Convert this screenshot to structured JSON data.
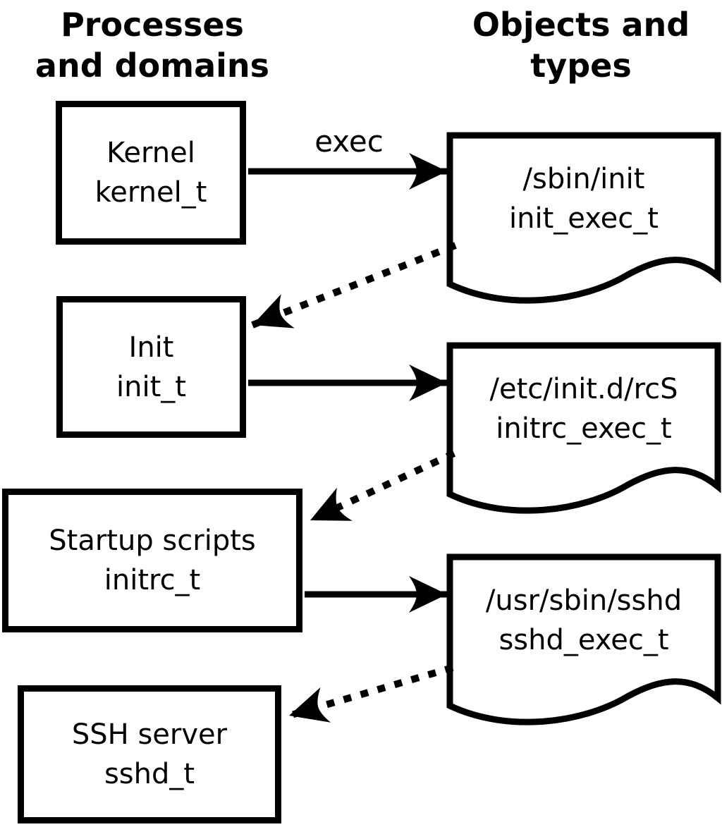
{
  "colors": {
    "ink": "#000000",
    "paper": "#ffffff"
  },
  "headings": {
    "left": "Processes\nand domains",
    "right": "Objects and\ntypes"
  },
  "processes": [
    {
      "name": "Kernel",
      "type": "kernel_t"
    },
    {
      "name": "Init",
      "type": "init_t"
    },
    {
      "name": "Startup scripts",
      "type": "initrc_t"
    },
    {
      "name": "SSH server",
      "type": "sshd_t"
    }
  ],
  "objects": [
    {
      "path": "/sbin/init",
      "type": "init_exec_t"
    },
    {
      "path": "/etc/init.d/rcS",
      "type": "initrc_exec_t"
    },
    {
      "path": "/usr/sbin/sshd",
      "type": "sshd_exec_t"
    }
  ],
  "edges": {
    "exec_label": "exec",
    "solid": [
      {
        "from": "kernel_t",
        "to": "init_exec_t",
        "label": "exec"
      },
      {
        "from": "init_t",
        "to": "initrc_exec_t",
        "label": ""
      },
      {
        "from": "initrc_t",
        "to": "sshd_exec_t",
        "label": ""
      }
    ],
    "dotted": [
      {
        "from": "init_exec_t",
        "to": "init_t"
      },
      {
        "from": "initrc_exec_t",
        "to": "initrc_t"
      },
      {
        "from": "sshd_exec_t",
        "to": "sshd_t"
      }
    ]
  }
}
